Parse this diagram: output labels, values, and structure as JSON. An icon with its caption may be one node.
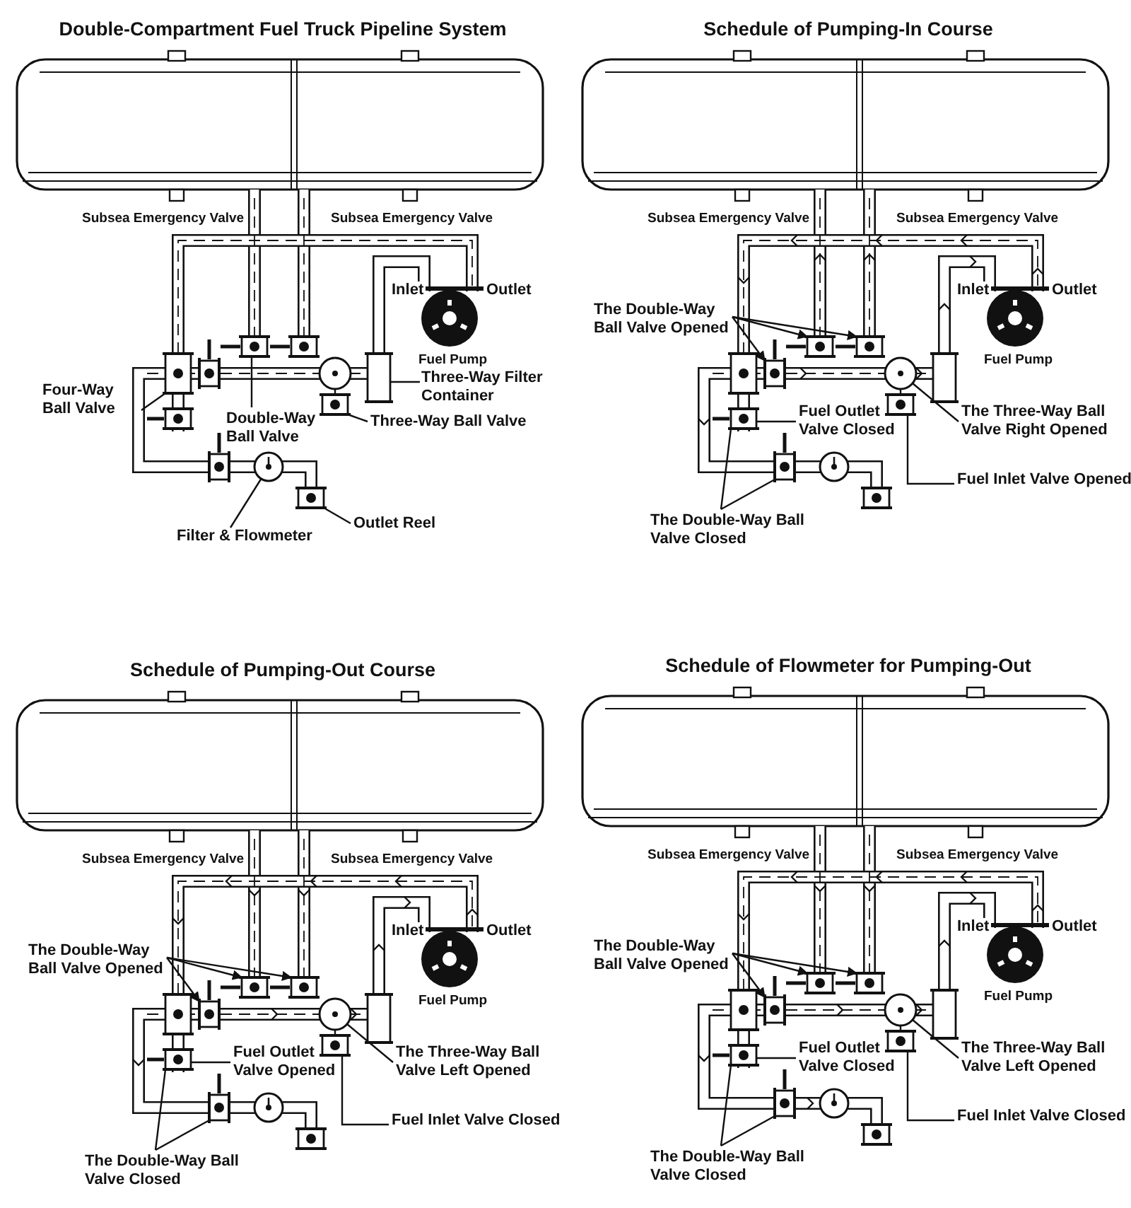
{
  "diagram": {
    "nodes": [
      {
        "text": [
          "Four-Way Ball Valve"
        ]
      },
      {
        "text": [
          "Double-Way Ball Valve"
        ]
      },
      {
        "text": [
          "Three-Way Filter Container"
        ]
      },
      {
        "text": [
          "Three-Way Ball Valve"
        ]
      },
      {
        "text": [
          "Filter & Flowmeter"
        ]
      },
      {
        "text": [
          "Outlet Reel"
        ]
      },
      {
        "text": [
          "The Double-Way Ball Valve Opened"
        ]
      },
      {
        "text": [
          "Fuel Outlet Valve Closed"
        ]
      },
      {
        "text": [
          "The Three-Way Ball Valve Right Opened"
        ]
      },
      {
        "text": [
          "Fuel Inlet Valve Opened"
        ]
      },
      {
        "text": [
          "The Double-Way Ball Valve Closed"
        ]
      },
      {
        "text": [
          "The Double-Way Ball Valve Opened"
        ]
      },
      {
        "text": [
          "Fuel Outlet Valve Opened"
        ]
      },
      {
        "text": [
          "The Three-Way Ball Valve Left Opened"
        ]
      },
      {
        "text": [
          "Fuel Inlet Valve Closed"
        ]
      },
      {
        "text": [
          "The Double-Way Ball Valve Closed"
        ]
      },
      {
        "text": [
          "The Double-Way Ball Valve Opened"
        ]
      },
      {
        "text": [
          "Fuel Outlet Valve Closed"
        ]
      },
      {
        "text": [
          "The Three-Way Ball Valve Left Opened"
        ]
      },
      {
        "text": [
          "Fuel Inlet Valve Closed"
        ]
      },
      {
        "text": [
          "The Double-Way Ball Valve Closed"
        ]
      },
      {
        "text": [],
        "shape": "box"
      },
      {
        "text": [],
        "shape": "box"
      },
      {
        "text": [],
        "shape": "box"
      },
      {
        "text": [],
        "shape": "box"
      },
      {
        "text": [],
        "shape": "circle"
      },
      {
        "text": [],
        "shape": "box"
      },
      {
        "text": [],
        "shape": "box"
      },
      {
        "text": [],
        "shape": "box"
      },
      {
        "text": [],
        "shape": "box"
      },
      {
        "text": [],
        "shape": "box"
      },
      {
        "text": [],
        "shape": "circle"
      },
      {
        "text": [],
        "shape": "box"
      },
      {
        "text": [],
        "shape": "box"
      },
      {
        "text": [],
        "shape": "box"
      },
      {
        "text": [],
        "shape": "box"
      },
      {
        "text": [],
        "shape": "box"
      },
      {
        "text": [],
        "shape": "box"
      },
      {
        "text": [],
        "shape": "circle"
      },
      {
        "text": [],
        "shape": "box"
      },
      {
        "text": [],
        "shape": "box"
      },
      {
        "text": [],
        "shape": "box"
      },
      {
        "text": [],
        "shape": "box"
      },
      {
        "text": [],
        "shape": "box"
      },
      {
        "text": [],
        "shape": "box"
      },
      {
        "text": [],
        "shape": "circle"
      },
      {
        "text": [],
        "shape": "box"
      },
      {
        "text": [],
        "shape": "box"
      }
    ],
    "edges": [
      {
        "from": 0,
        "to": 21,
        "arrow": "none"
      },
      {
        "from": 1,
        "to": 22,
        "arrow": "none"
      },
      {
        "from": 2,
        "to": 23,
        "arrow": "none"
      },
      {
        "from": 3,
        "to": 24,
        "arrow": "none"
      },
      {
        "from": 4,
        "to": 25,
        "arrow": "none"
      },
      {
        "from": 5,
        "to": 26,
        "arrow": "none"
      },
      {
        "from": 6,
        "to": 27,
        "arrow": "to"
      },
      {
        "from": 6,
        "to": 28,
        "arrow": "to"
      },
      {
        "from": 6,
        "to": 29,
        "arrow": "to"
      },
      {
        "from": 7,
        "to": 30,
        "arrow": "none"
      },
      {
        "from": 8,
        "to": 31,
        "arrow": "none"
      },
      {
        "from": 9,
        "to": 32,
        "arrow": "none"
      },
      {
        "from": 10,
        "to": 30,
        "arrow": "none"
      },
      {
        "from": 10,
        "to": 33,
        "arrow": "none"
      },
      {
        "from": 11,
        "to": 34,
        "arrow": "to"
      },
      {
        "from": 11,
        "to": 35,
        "arrow": "to"
      },
      {
        "from": 11,
        "to": 36,
        "arrow": "to"
      },
      {
        "from": 12,
        "to": 37,
        "arrow": "none"
      },
      {
        "from": 13,
        "to": 38,
        "arrow": "none"
      },
      {
        "from": 14,
        "to": 39,
        "arrow": "none"
      },
      {
        "from": 15,
        "to": 37,
        "arrow": "none"
      },
      {
        "from": 15,
        "to": 40,
        "arrow": "none"
      },
      {
        "from": 16,
        "to": 41,
        "arrow": "to"
      },
      {
        "from": 16,
        "to": 42,
        "arrow": "to"
      },
      {
        "from": 16,
        "to": 43,
        "arrow": "to"
      },
      {
        "from": 17,
        "to": 44,
        "arrow": "none"
      },
      {
        "from": 18,
        "to": 45,
        "arrow": "none"
      },
      {
        "from": 19,
        "to": 46,
        "arrow": "none"
      },
      {
        "from": 20,
        "to": 44,
        "arrow": "none"
      },
      {
        "from": 20,
        "to": 47,
        "arrow": "none"
      }
    ],
    "labels": [
      "Double-Compartment Fuel Truck Pipeline System",
      "Subsea Emergency Valve",
      "Subsea Emergency Valve",
      "Inlet",
      "Outlet",
      "Fuel Pump",
      "Schedule of Pumping-In Course",
      "Subsea Emergency Valve",
      "Subsea Emergency Valve",
      "Inlet",
      "Outlet",
      "Fuel Pump",
      "Schedule of Pumping-Out Course",
      "Subsea Emergency Valve",
      "Subsea Emergency Valve",
      "Inlet",
      "Outlet",
      "Fuel Pump",
      "Schedule of Flowmeter for Pumping-Out",
      "Subsea Emergency Valve",
      "Subsea Emergency Valve",
      "Inlet",
      "Outlet",
      "Fuel Pump"
    ]
  }
}
